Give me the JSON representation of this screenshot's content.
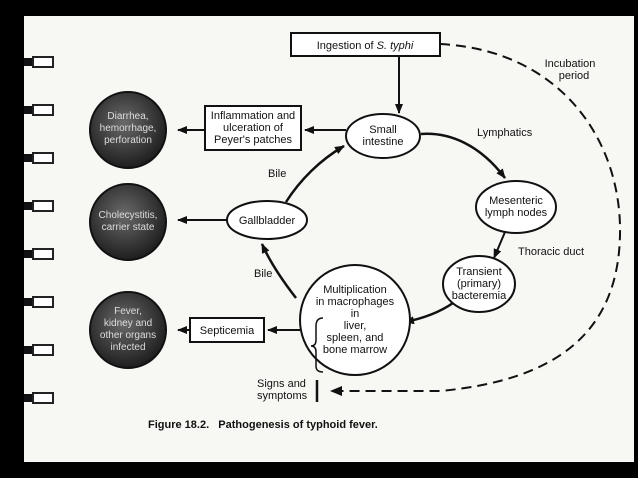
{
  "diagram": {
    "ingestion": "Ingestion of ",
    "ingestion_italic": "S. typhi",
    "incubation": [
      "Incubation",
      "period"
    ],
    "small_intestine": [
      "Small",
      "intestine"
    ],
    "inflammation": [
      "Inflammation and",
      "ulceration of",
      "Peyer's patches"
    ],
    "lymphatics": "Lymphatics",
    "mesenteric": [
      "Mesenteric",
      "lymph nodes"
    ],
    "thoracic_duct": "Thoracic duct",
    "bacteremia": [
      "Transient",
      "(primary)",
      "bacteremia"
    ],
    "gallbladder": "Gallbladder",
    "bile_top": "Bile",
    "bile_bottom": "Bile",
    "multiplication": [
      "Multiplication",
      "in macrophages",
      "in",
      "liver,",
      "spleen, and",
      "bone marrow"
    ],
    "septicemia": "Septicemia",
    "signs": [
      "Signs and",
      "symptoms"
    ],
    "outcome1": [
      "Diarrhea,",
      "hemorrhage,",
      "perforation"
    ],
    "outcome2": [
      "Cholecystitis,",
      "carrier state"
    ],
    "outcome3": [
      "Fever,",
      "kidney and",
      "other organs",
      "infected"
    ],
    "caption": "Figure 18.2.   Pathogenesis of typhoid fever."
  }
}
